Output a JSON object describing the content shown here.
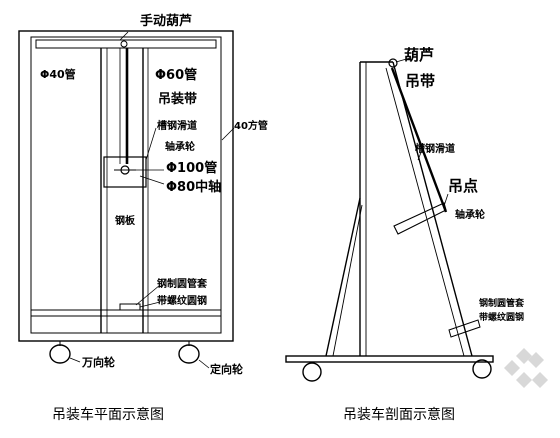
{
  "front_view": {
    "caption": "吊装车平面示意图",
    "labels": {
      "hoist": "手动葫芦",
      "pipe40": "Φ40管",
      "pipe60": "Φ60管",
      "sling": "吊装带",
      "channel_slide": "槽钢滑道",
      "square_tube": "40方管",
      "bearing_wheel": "轴承轮",
      "pipe100": "Φ100管",
      "axle80": "Φ80中轴",
      "steel_plate": "钢板",
      "steel_sleeve": "钢制圆管套",
      "threaded_rod": "带螺纹圆钢",
      "universal_wheel": "万向轮",
      "fixed_wheel": "定向轮"
    }
  },
  "side_view": {
    "caption": "吊装车剖面示意图",
    "labels": {
      "hoist": "葫芦",
      "sling": "吊带",
      "channel_slide": "槽钢滑道",
      "lift_point": "吊点",
      "bearing_wheel": "轴承轮",
      "steel_sleeve": "钢制圆管套",
      "threaded_rod": "带螺纹圆钢"
    }
  },
  "colors": {
    "line": "#000000",
    "background": "#ffffff",
    "watermark": "#c8c8c8"
  }
}
